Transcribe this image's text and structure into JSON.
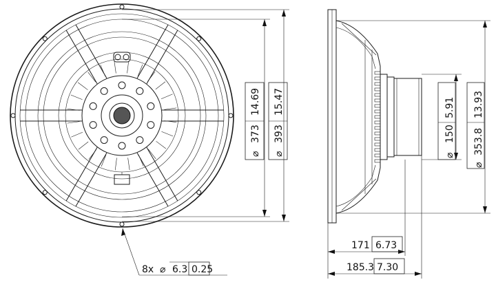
{
  "front_view": {
    "dia_inner_mm": "373",
    "dia_inner_in": "14.69",
    "dia_outer_mm": "393",
    "dia_outer_in": "15.47",
    "holes_count": "8x",
    "hole_mm": "6.3",
    "hole_in": "0.25",
    "mount_holes": 8,
    "bolt_holes": 10
  },
  "side_view": {
    "magnet_mm": "150",
    "magnet_in": "5.91",
    "body_mm": "353.8",
    "body_in": "13.93",
    "depth_mm": "171",
    "depth_in": "6.73",
    "total_mm": "185.3",
    "total_in": "7.30"
  },
  "symbols": {
    "diameter": "⌀"
  }
}
